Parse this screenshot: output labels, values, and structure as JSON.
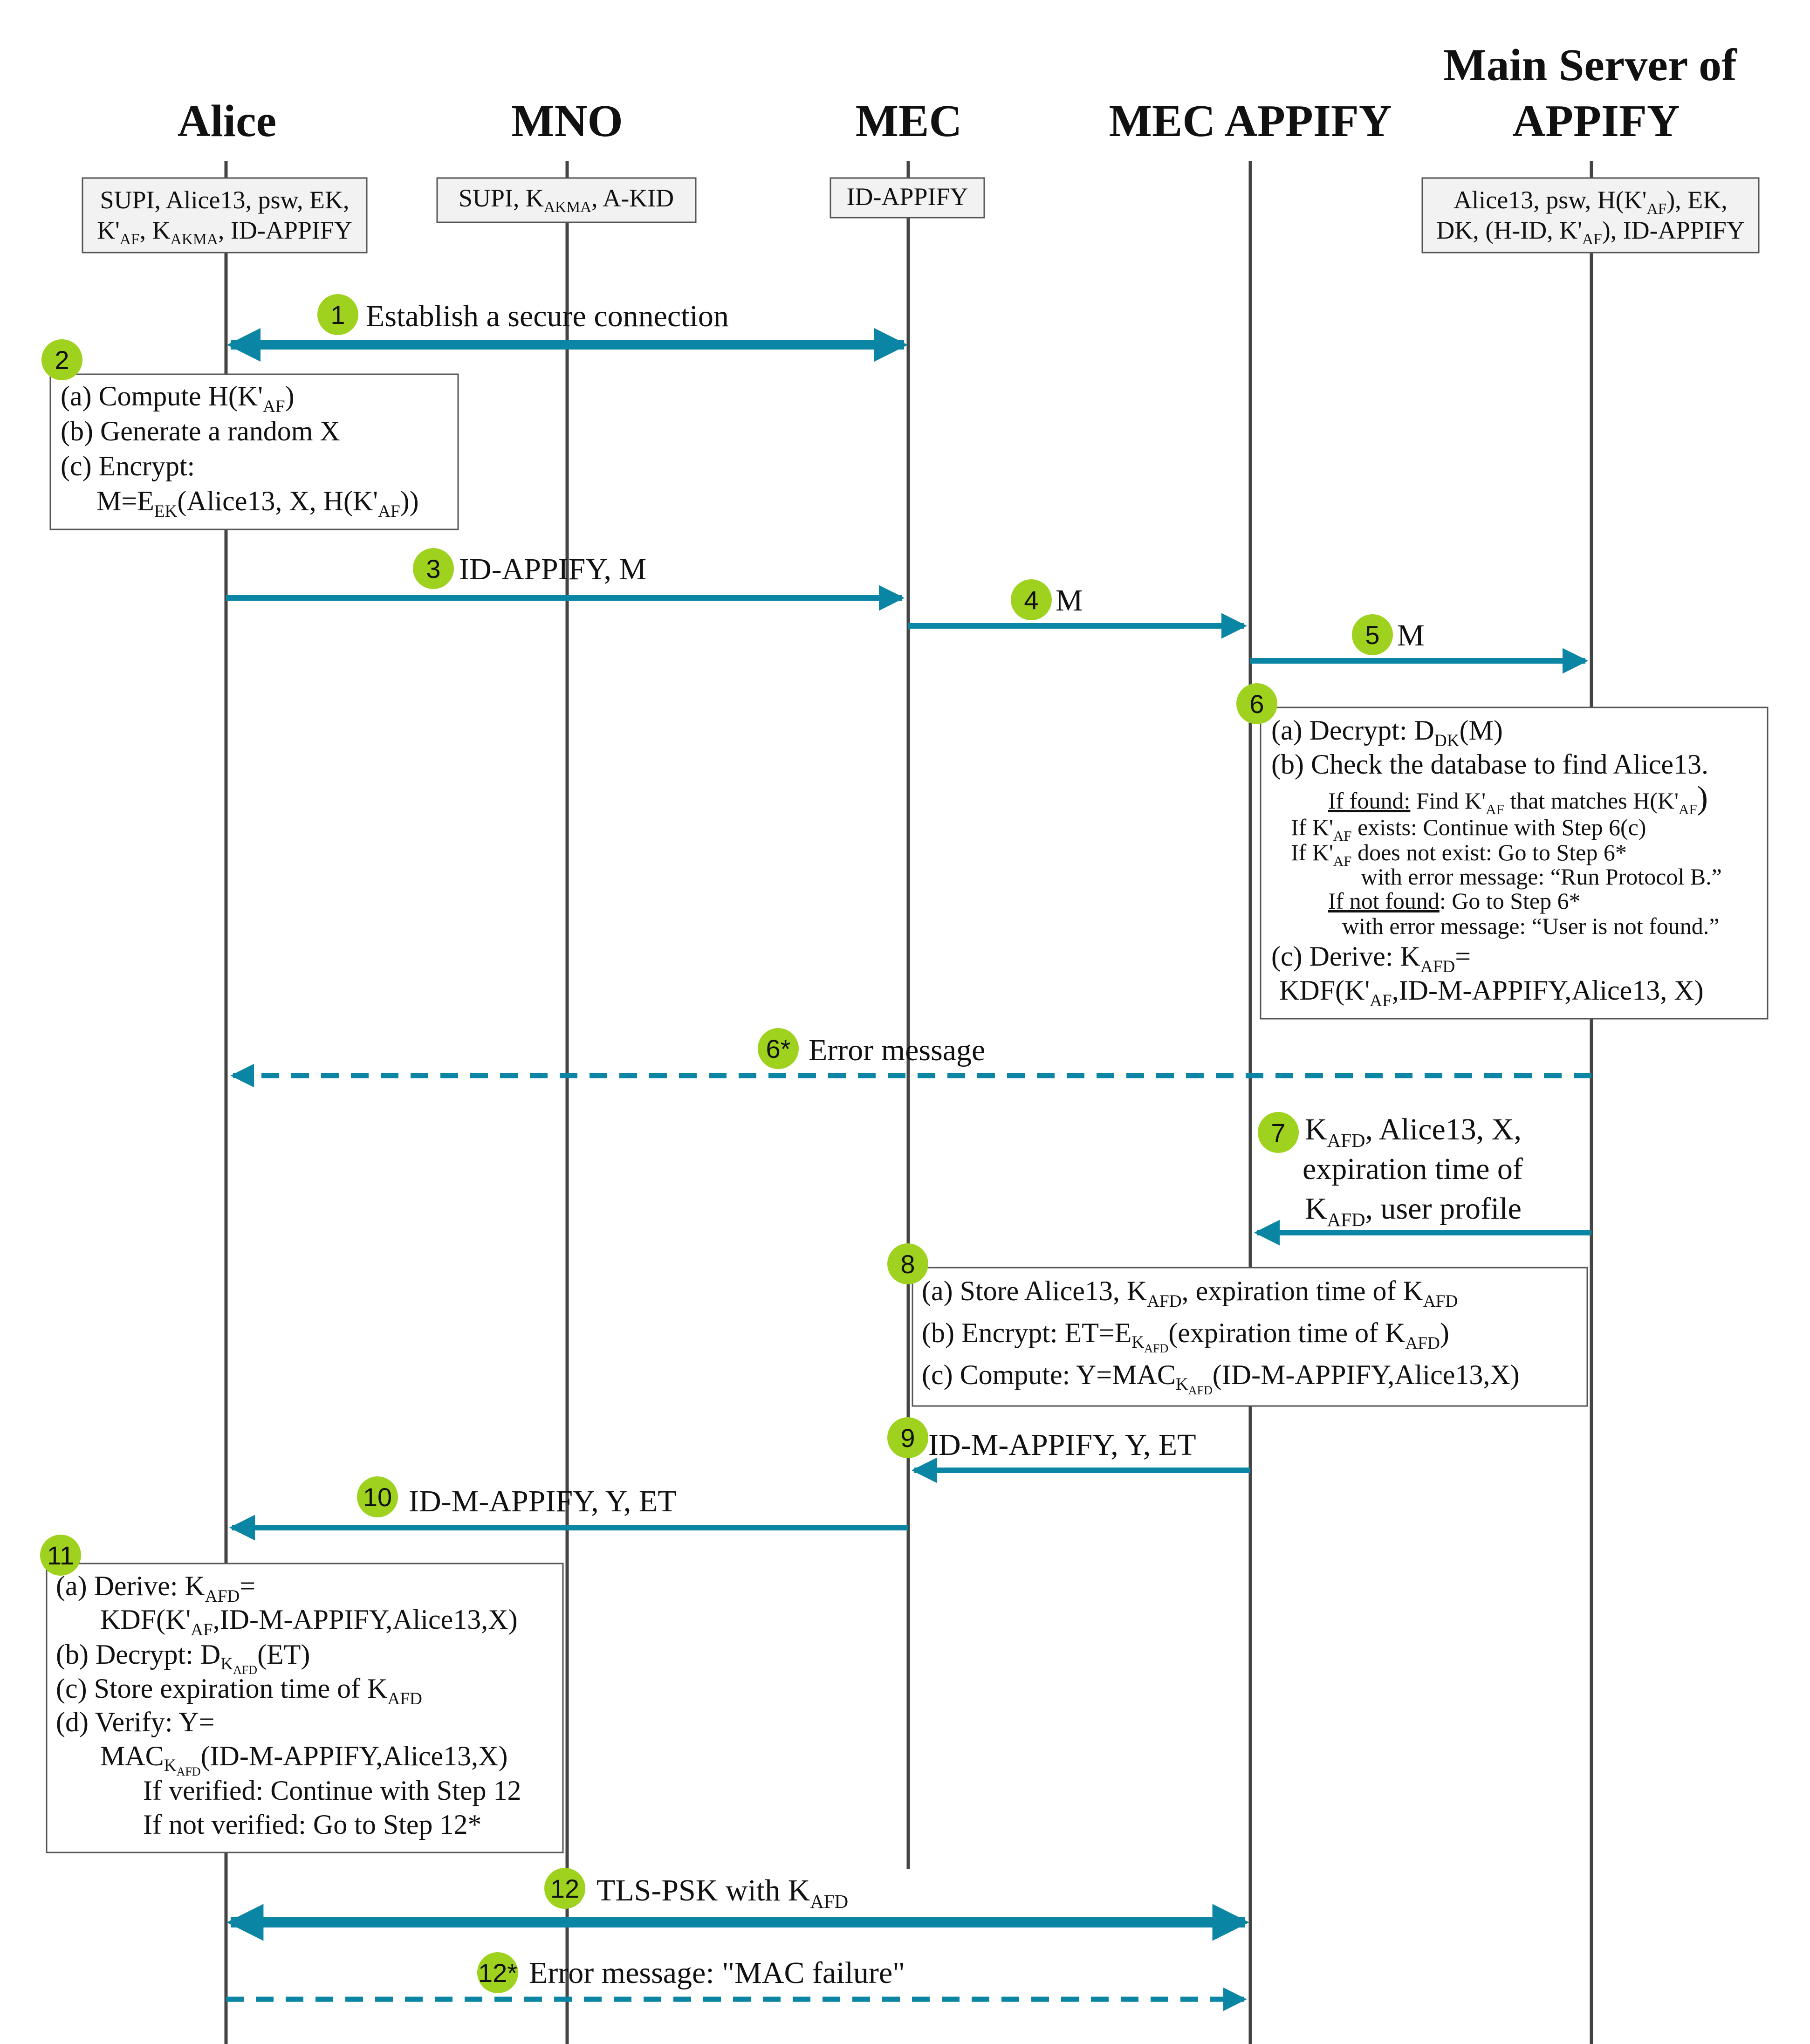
{
  "colors": {
    "arrow": "#0a85a3",
    "badge": "#9fd11f",
    "lifeline": "#444444",
    "box_fill": "#f2f2f2"
  },
  "headers": {
    "alice": "Alice",
    "mno": "MNO",
    "mec": "MEC",
    "mec_appify": "MEC APPIFY",
    "main_line1": "Main Server of",
    "main_line2": "APPIFY"
  },
  "init": {
    "alice": {
      "l1a": "SUPI, Alice13, psw, EK,",
      "l2a": "K'",
      "l2b": "AF",
      "l2c": ", K",
      "l2d": "AKMA",
      "l2e": ", ID-APPIFY"
    },
    "mno": {
      "a": "SUPI, K",
      "b": "AKMA",
      "c": ", A-KID"
    },
    "mec": {
      "a": "ID-APPIFY"
    },
    "main": {
      "l1a": "Alice13, psw, H(K'",
      "l1b": "AF",
      "l1c": "), EK,",
      "l2a": "DK, (H-ID, K'",
      "l2b": "AF",
      "l2c": "), ID-APPIFY"
    }
  },
  "steps": {
    "s1": {
      "badge": "1",
      "label": "Establish a secure connection"
    },
    "s2": {
      "badge": "2",
      "a1": "(a) Compute H(K'",
      "a2": "AF",
      "a3": ")",
      "b": "(b) Generate a random X",
      "c": "(c) Encrypt:",
      "d1": "M=E",
      "d2": "EK",
      "d3": "(Alice13, X, H(K'",
      "d4": "AF",
      "d5": "))"
    },
    "s3": {
      "badge": "3",
      "label": "ID-APPIFY, M"
    },
    "s4": {
      "badge": "4",
      "label": "M"
    },
    "s5": {
      "badge": "5",
      "label": "M"
    },
    "s6": {
      "badge": "6",
      "a1": "(a) Decrypt: D",
      "a2": "DK",
      "a3": "(M)",
      "b": "(b) Check the database to find Alice13.",
      "f1": "If found:",
      "f2": " Find K'",
      "f3": "AF",
      "f4": " that matches H(K'",
      "f5": "AF",
      "f6": ")",
      "e1": "If K'",
      "e2": "AF",
      "e3": " exists: Continue with Step 6(c)",
      "n1": "If K'",
      "n2": "AF",
      "n3": " does not exist: Go to Step 6*",
      "n4": "with error message: “Run Protocol B.”",
      "nf1": "If not found",
      "nf2": ": Go to Step 6*",
      "nf3": "with error message: “User is not found.”",
      "c1": "(c) Derive: K",
      "c2": "AFD",
      "c3": "=",
      "c4": "KDF(K'",
      "c5": "AF",
      "c6": ",ID-M-APPIFY,Alice13, X)"
    },
    "s6s": {
      "badge": "6*",
      "label": "Error message"
    },
    "s7": {
      "badge": "7",
      "l1a": "K",
      "l1b": "AFD",
      "l1c": ", Alice13, X,",
      "l2": "expiration time of",
      "l3a": "K",
      "l3b": "AFD",
      "l3c": ", user profile"
    },
    "s8": {
      "badge": "8",
      "a1": "(a) Store Alice13, K",
      "a2": "AFD",
      "a3": ", expiration time of K",
      "a4": "AFD",
      "b1": "(b) Encrypt: ET=E",
      "b2": "K",
      "b3": "AFD",
      "b4": "(expiration time of K",
      "b5": "AFD",
      "b6": ")",
      "c1": "(c) Compute: Y=MAC",
      "c2": "K",
      "c3": "AFD",
      "c4": "(ID-M-APPIFY,Alice13,X)"
    },
    "s9": {
      "badge": "9",
      "label": "ID-M-APPIFY, Y, ET"
    },
    "s10": {
      "badge": "10",
      "label": "ID-M-APPIFY, Y, ET"
    },
    "s11": {
      "badge": "11",
      "a1": "(a) Derive: K",
      "a2": "AFD",
      "a3": "=",
      "a4": "KDF(K'",
      "a5": "AF",
      "a6": ",ID-M-APPIFY,Alice13,X)",
      "b1": "(b) Decrypt: D",
      "b2": "K",
      "b3": "AFD",
      "b4": "(ET)",
      "c1": "(c) Store expiration time of K",
      "c2": "AFD",
      "d1": "(d) Verify: Y=",
      "d2": "MAC",
      "d3": "K",
      "d4": "AFD",
      "d5": "(ID-M-APPIFY,Alice13,X)",
      "v1": "If verified: Continue with Step 12",
      "v2": "If not verified: Go to Step 12*"
    },
    "s12": {
      "badge": "12",
      "l1": "TLS-PSK with K",
      "l2": "AFD"
    },
    "s12s": {
      "badge": "12*",
      "label": "Error message: \"MAC failure\""
    }
  }
}
